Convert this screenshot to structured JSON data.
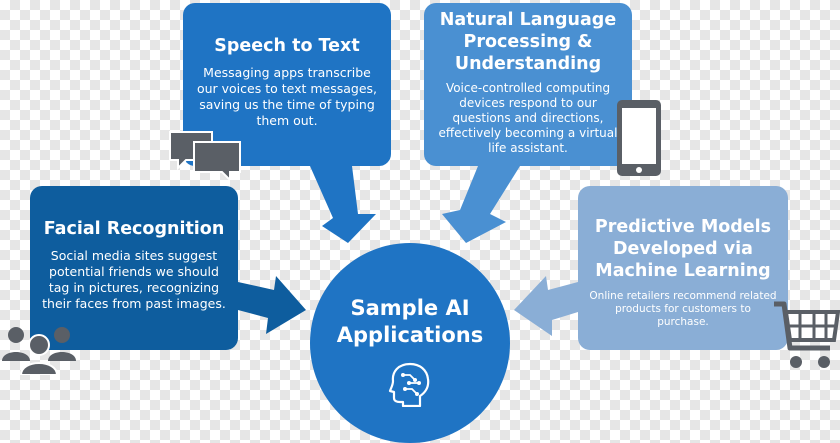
{
  "center": {
    "title_line1": "Sample AI",
    "title_line2": "Applications",
    "icon": "brain-circuit-icon"
  },
  "boxes": {
    "speech": {
      "title": "Speech to Text",
      "body": [
        "Messaging apps transcribe",
        "our voices to text messages,",
        "saving us the time of typing",
        "them out."
      ],
      "icon": "chat-bubbles-icon"
    },
    "nlp": {
      "title": [
        "Natural Language",
        "Processing &",
        "Understanding"
      ],
      "body": [
        "Voice-controlled computing",
        "devices respond to our",
        "questions and directions,",
        "effectively becoming a virtual",
        "life assistant."
      ],
      "icon": "phone-icon"
    },
    "facial": {
      "title": "Facial Recognition",
      "body": [
        "Social media sites suggest",
        "potential friends we should",
        "tag in pictures, recognizing",
        "their faces from past images."
      ],
      "icon": "people-icon"
    },
    "predict": {
      "title": [
        "Predictive Models",
        "Developed via",
        "Machine Learning"
      ],
      "body": [
        "Online retailers recommend related",
        "products for customers to purchase."
      ],
      "icon": "shopping-cart-icon"
    }
  },
  "colors": {
    "speech": "#1f74c4",
    "nlp": "#4a90d2",
    "facial": "#0e5d9e",
    "predict": "#8aaed6",
    "center": "#1f74c4",
    "icons": "#5a5f66"
  }
}
